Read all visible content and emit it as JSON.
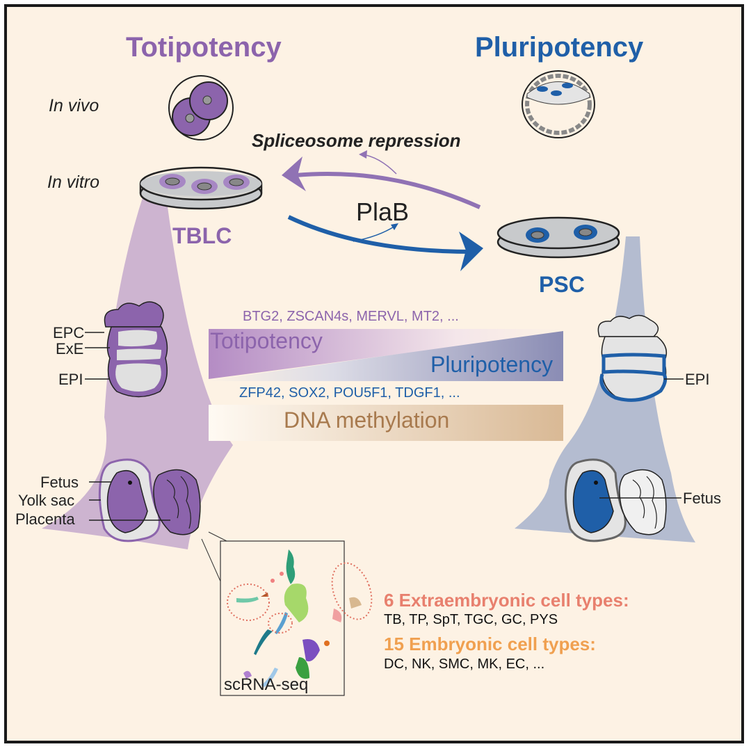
{
  "headings": {
    "totipotency": "Totipotency",
    "pluripotency": "Pluripotency"
  },
  "row_labels": {
    "in_vivo": "In vivo",
    "in_vitro": "In vitro"
  },
  "process": {
    "spliceosome": "Spliceosome repression",
    "drug": "PlaB"
  },
  "cells": {
    "left": "TBLC",
    "right": "PSC"
  },
  "gradient_panel": {
    "toti_genes": "BTG2, ZSCAN4s, MERVL, MT2, ...",
    "toti_label": "Totipotency",
    "pluri_label": "Pluripotency",
    "pluri_genes": "ZFP42, SOX2, POU5F1, TDGF1, ...",
    "methylation_label": "DNA methylation"
  },
  "left_embryo_labels": {
    "epc": "EPC",
    "exe": "ExE",
    "epi": "EPI",
    "fetus": "Fetus",
    "yolk_sac": "Yolk sac",
    "placenta": "Placenta"
  },
  "right_embryo_labels": {
    "epi": "EPI",
    "fetus": "Fetus"
  },
  "scrna": {
    "label": "scRNA-seq",
    "extra_title": "6 Extraembryonic cell types:",
    "extra_list": "TB, TP, SpT, TGC, GC, PYS",
    "emb_title": "15 Embryonic cell types:",
    "emb_list": "DC, NK, SMC, MK, EC, ..."
  },
  "colors": {
    "toti": "#8c64ac",
    "pluri": "#1f5fa8",
    "methylation": "#a87a4e",
    "extra": "#e8806e",
    "embryonic": "#f0a050",
    "background": "#fdf2e4"
  }
}
